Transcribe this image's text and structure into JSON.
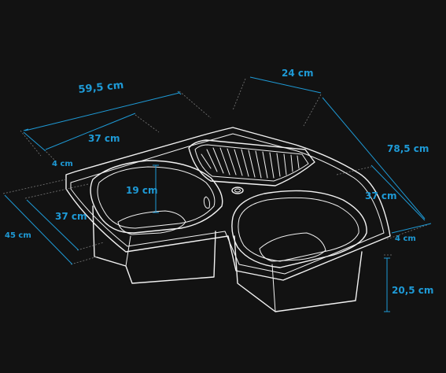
{
  "colors": {
    "background": "#121212",
    "outline": "#f2f2f2",
    "dimension": "#1e9ad6"
  },
  "dimensions": {
    "width_top": "59,5 cm",
    "bowl_left_width": "37 cm",
    "rim_left_top": "4 cm",
    "bowl_depth": "19 cm",
    "drainer_width": "24 cm",
    "diagonal": "78,5 cm",
    "bowl_right_width": "37 cm",
    "rim_right": "4 cm",
    "left_side_depth": "45 cm",
    "left_side_bowl": "37 cm",
    "height": "20,5 cm"
  }
}
